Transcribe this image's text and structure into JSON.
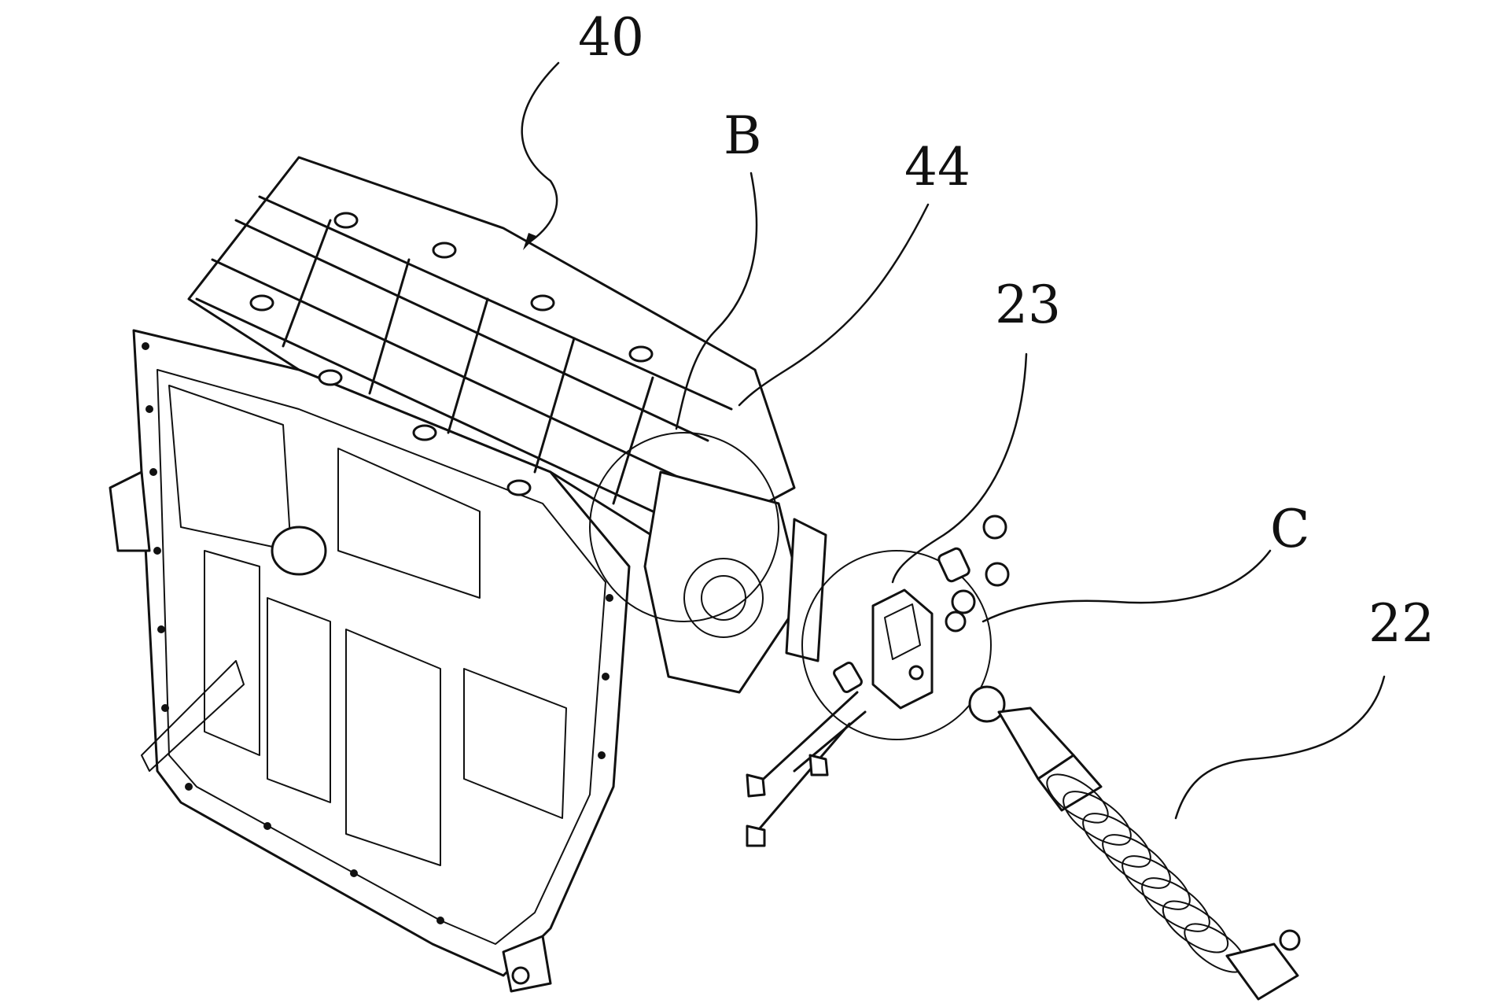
{
  "labels": {
    "battery_box": "40",
    "detail_b": "B",
    "bracket": "44",
    "mount": "23",
    "detail_c": "C",
    "shock_absorber": "22"
  },
  "colors": {
    "line": "#111111",
    "background": "#ffffff"
  }
}
